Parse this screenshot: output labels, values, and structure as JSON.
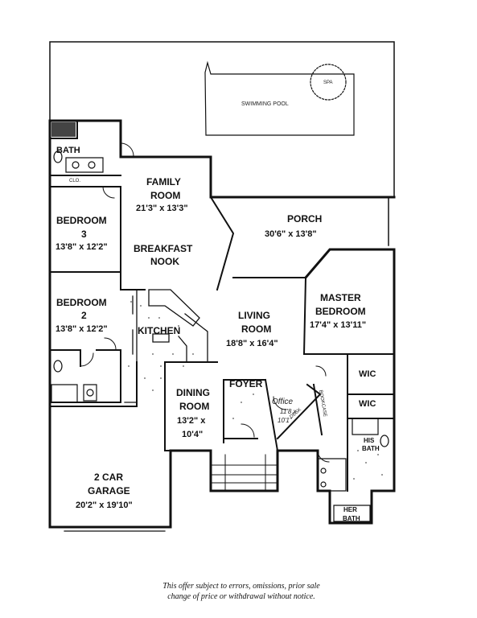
{
  "pool": {
    "name": "SWIMMING POOL",
    "spa": "SPA"
  },
  "rooms": {
    "bath": {
      "name": "BATH",
      "closet": "CLO."
    },
    "family_room": {
      "name1": "FAMILY",
      "name2": "ROOM",
      "dims": "21'3\" x 13'3\""
    },
    "porch": {
      "name": "PORCH",
      "dims": "30'6\" x 13'8\""
    },
    "bedroom3": {
      "name1": "BEDROOM",
      "name2": "3",
      "dims": "13'8\" x 12'2\""
    },
    "breakfast_nook": {
      "name1": "BREAKFAST",
      "name2": "NOOK"
    },
    "bedroom2": {
      "name1": "BEDROOM",
      "name2": "2",
      "dims": "13'8\" x 12'2\""
    },
    "kitchen": {
      "name": "KITCHEN"
    },
    "living_room": {
      "name1": "LIVING",
      "name2": "ROOM",
      "dims": "18'8\" x 16'4\""
    },
    "master_bedroom": {
      "name1": "MASTER",
      "name2": "BEDROOM",
      "dims": "17'4\" x 13'11\""
    },
    "foyer": {
      "name": "FOYER"
    },
    "office": {
      "name": "Office",
      "dims1": "11'8 x",
      "dims2": "10'1\"",
      "desk": "DESK",
      "bookcase": "BOOKCASE"
    },
    "dining_room": {
      "name1": "DINING",
      "name2": "ROOM",
      "dims1": "13'2\" x",
      "dims2": "10'4\""
    },
    "wic1": {
      "name": "WIC"
    },
    "wic2": {
      "name": "WIC"
    },
    "his_bath": {
      "name1": "HIS",
      "name2": "BATH"
    },
    "her_bath": {
      "name1": "HER",
      "name2": "BATH"
    },
    "garage": {
      "name1": "2 CAR",
      "name2": "GARAGE",
      "dims": "20'2\" x 19'10\""
    }
  },
  "footer": {
    "line1": "This offer subject to errors, omissions, prior sale",
    "line2": "change of price or withdrawal without notice."
  }
}
